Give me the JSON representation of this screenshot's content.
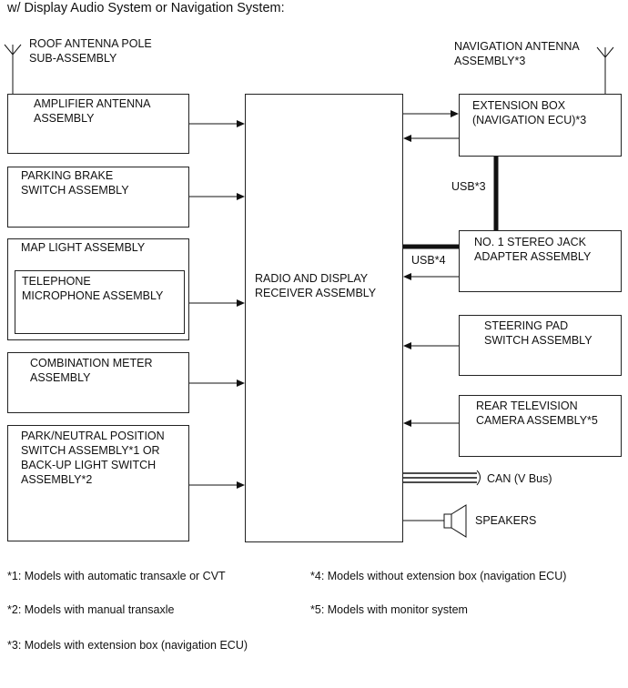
{
  "title": "w/ Display Audio System or Navigation System:",
  "center_box": "RADIO AND DISPLAY\nRECEIVER ASSEMBLY",
  "antennas": {
    "roof": "ROOF ANTENNA POLE\nSUB-ASSEMBLY",
    "navigation": "NAVIGATION ANTENNA\nASSEMBLY*3"
  },
  "left_boxes": {
    "amplifier": "AMPLIFIER ANTENNA\nASSEMBLY",
    "parking_brake": "PARKING BRAKE\nSWITCH ASSEMBLY",
    "map_light": "MAP LIGHT ASSEMBLY",
    "telephone_mic": "TELEPHONE\nMICROPHONE ASSEMBLY",
    "combination_meter": "COMBINATION METER\nASSEMBLY",
    "park_neutral": "PARK/NEUTRAL POSITION\nSWITCH ASSEMBLY*1 OR\nBACK-UP LIGHT SWITCH\nASSEMBLY*2"
  },
  "right_boxes": {
    "extension_box": "EXTENSION BOX\n(NAVIGATION ECU)*3",
    "stereo_jack": "NO. 1 STEREO JACK\nADAPTER ASSEMBLY",
    "steering_pad": "STEERING PAD\nSWITCH ASSEMBLY",
    "rear_camera": "REAR TELEVISION\nCAMERA ASSEMBLY*5"
  },
  "connection_labels": {
    "usb3": "USB*3",
    "usb4": "USB*4",
    "can": "CAN (V Bus)",
    "speakers": "SPEAKERS"
  },
  "notes": {
    "n1": "*1: Models with automatic transaxle or CVT",
    "n2": "*2: Models with manual transaxle",
    "n3": "*3: Models with extension box (navigation ECU)",
    "n4": "*4: Models without extension box (navigation ECU)",
    "n5": "*5: Models with monitor system"
  }
}
